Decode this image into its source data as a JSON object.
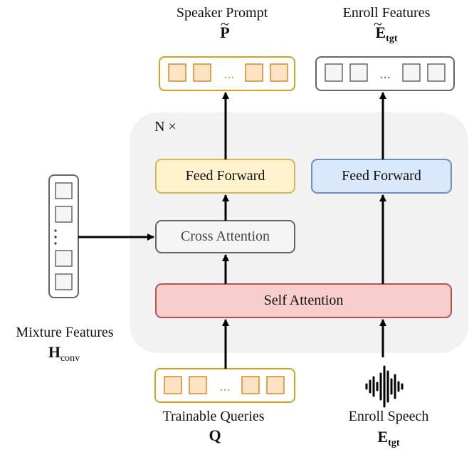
{
  "group_label": "N ×",
  "blocks": {
    "ff_left": "Feed Forward",
    "ff_right": "Feed Forward",
    "cross_attention": "Cross Attention",
    "self_attention": "Self Attention"
  },
  "labels": {
    "speaker_prompt": "Speaker Prompt",
    "speaker_prompt_symbol": "P",
    "enroll_features": "Enroll Features",
    "enroll_features_symbol": "E",
    "enroll_features_sub": "tgt",
    "mixture_features": "Mixture Features",
    "mixture_features_symbol": "H",
    "mixture_features_sub": "conv",
    "trainable_queries": "Trainable Queries",
    "trainable_queries_symbol": "Q",
    "enroll_speech": "Enroll Speech",
    "enroll_speech_symbol": "E",
    "enroll_speech_sub": "tgt"
  },
  "token_ellipsis": "...",
  "colors": {
    "orange_border": "#d6a21e",
    "orange_fill": "#fde3c4",
    "orange_square_border": "#d48a2a",
    "yellow_fill": "#fff2cc",
    "yellow_border": "#d6b656",
    "blue_fill": "#dae8fc",
    "blue_border": "#6c8ebf",
    "red_fill": "#f8cecc",
    "red_border": "#b85450",
    "gray_fill": "#f5f5f5",
    "gray_border": "#666666",
    "panel_fill": "#f2f2f2"
  }
}
